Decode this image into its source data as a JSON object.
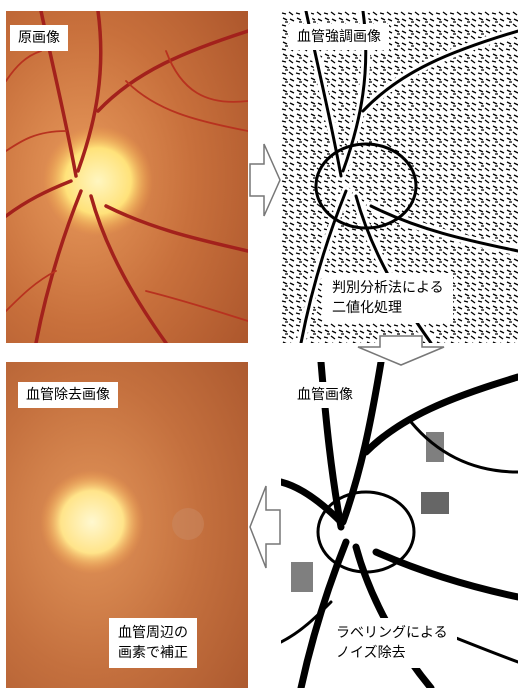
{
  "panels": {
    "original": {
      "label": "原画像"
    },
    "enhanced": {
      "label": "血管強調画像",
      "note_line1": "判別分析法による",
      "note_line2": "二値化処理"
    },
    "removed": {
      "label": "血管除去画像",
      "note_line1": "血管周辺の",
      "note_line2": "画素で補正"
    },
    "vessel": {
      "label": "血管画像",
      "note_line1": "ラベリングによる",
      "note_line2": "ノイズ除去"
    }
  },
  "arrows": [
    "right-arrow-icon",
    "down-arrow-icon",
    "left-arrow-icon"
  ],
  "colors": {
    "fundus_bg": "#c86a3a",
    "optic_disc": "#fff0a8",
    "vessel": "#a6201c",
    "binary_fg": "#000000",
    "binary_bg": "#ffffff"
  }
}
